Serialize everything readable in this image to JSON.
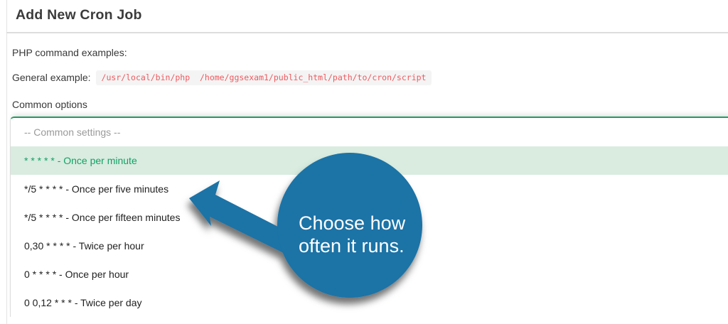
{
  "header": {
    "title": "Add New Cron Job"
  },
  "content": {
    "php_examples_label": "PHP command examples:",
    "general_example_label": "General example:",
    "general_example_code": "/usr/local/bin/php  /home/ggsexam1/public_html/path/to/cron/script",
    "common_options_label": "Common options"
  },
  "dropdown": {
    "placeholder": "-- Common settings --",
    "selected_index": 0,
    "options": [
      "* * * * * - Once per minute",
      "*/5 * * * * - Once per five minutes",
      "*/5 * * * * - Once per fifteen minutes",
      "0,30 * * * * - Twice per hour",
      "0 * * * * - Once per hour",
      "0 0,12 * * * - Twice per day"
    ]
  },
  "callout": {
    "line1": "Choose how",
    "line2": "often it runs.",
    "bubble_color": "#1a73a6",
    "text_color": "#ffffff"
  },
  "colors": {
    "select_focus_border": "#1f9d61",
    "selected_row_bg": "#d9ecdf",
    "selected_row_text": "#14a066",
    "code_text": "#ee5a5f",
    "code_bg": "#f4f4f4"
  }
}
